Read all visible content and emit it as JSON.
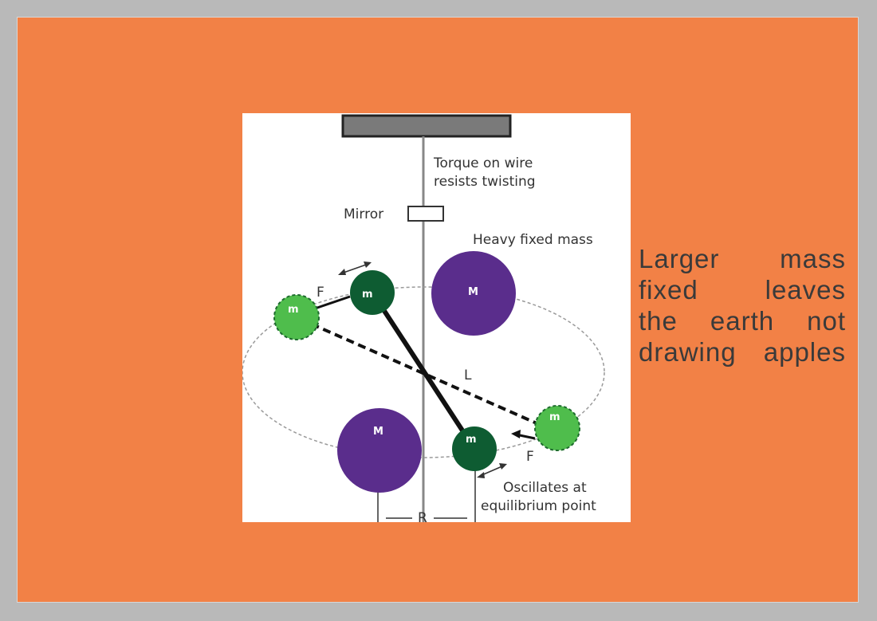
{
  "caption": {
    "lines": [
      "Larger mass",
      "fixed leaves",
      "the earth not",
      "drawing apples"
    ]
  },
  "diagram": {
    "labels": {
      "torque_line1": "Torque on wire",
      "torque_line2": "resists twisting",
      "mirror": "Mirror",
      "heavy_fixed_mass": "Heavy fixed mass",
      "force_top": "F",
      "force_bottom": "F",
      "length": "L",
      "oscillates_line1": "Oscillates at",
      "oscillates_line2": "equilibrium point",
      "radius": "R"
    },
    "masses": {
      "large_label": "M",
      "small_label": "m"
    },
    "colors": {
      "large_mass": "#5a2d8c",
      "small_mass_current": "#0e5c32",
      "small_mass_displaced": "#4fbd4c",
      "slide_background": "#f28146",
      "page_border": "#b9b9b9"
    }
  }
}
